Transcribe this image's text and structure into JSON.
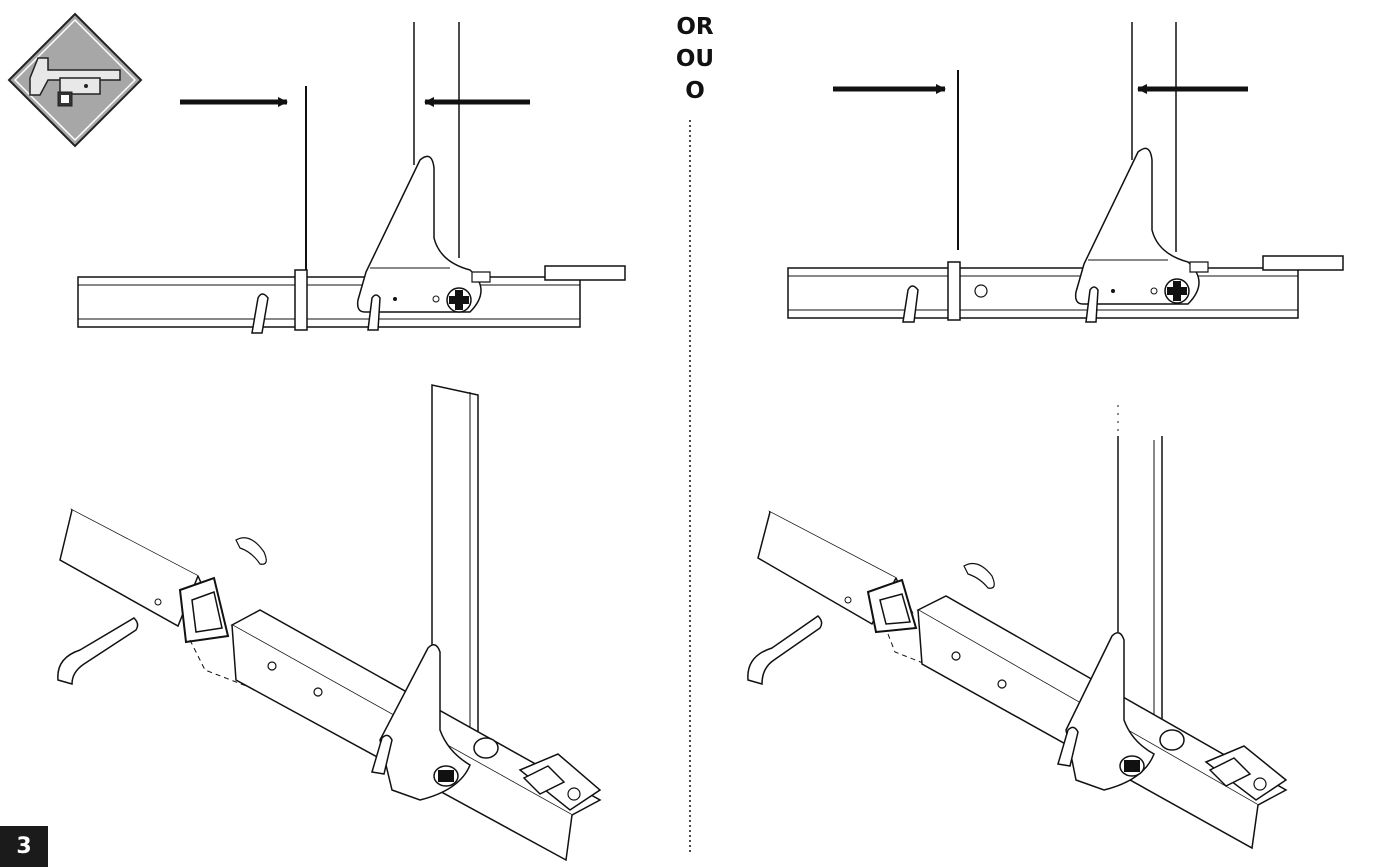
{
  "separator": {
    "lines": [
      "OR",
      "OU",
      "O"
    ]
  },
  "page": {
    "number": "3"
  },
  "icon": {
    "name": "hitch-receiver-icon"
  },
  "colors": {
    "ink": "#111111",
    "badge": "#1b1b1b",
    "icon_fill": "#a7a7a7"
  }
}
